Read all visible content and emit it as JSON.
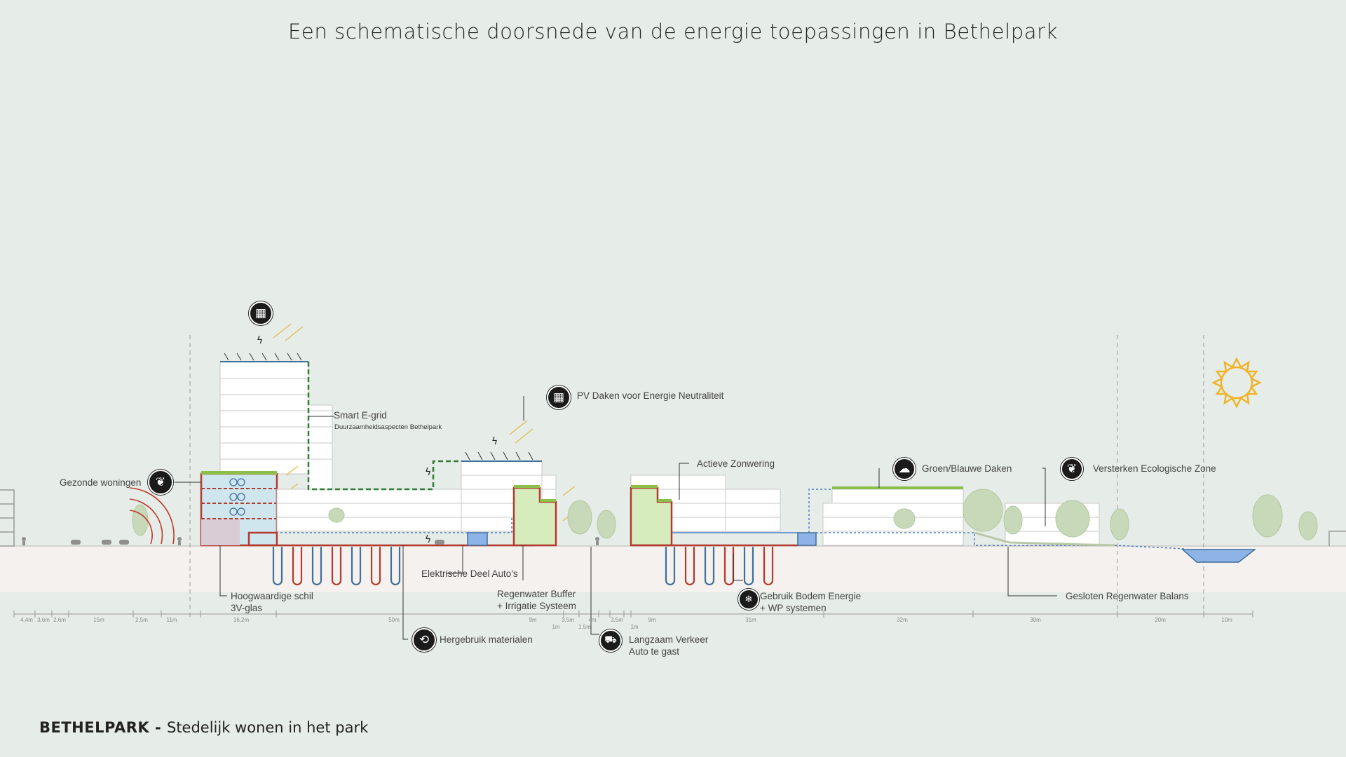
{
  "title": "Een schematische doorsnede van de energie toepassingen in Bethelpark",
  "footer": {
    "brand": "BETHELPARK",
    "separator": " - ",
    "tagline": "Stedelijk wonen in het park"
  },
  "labels": {
    "gezonde_woningen": "Gezonde woningen",
    "smart_egrid": "Smart E-grid",
    "duurzaamheid": "Duurzaamheidsaspecten Bethelpark",
    "pv_daken": "PV Daken voor Energie Neutraliteit",
    "actieve_zonwering": "Actieve Zonwering",
    "groen_blauwe_daken": "Groen/Blauwe Daken",
    "versterken_ecologische_zone": "Versterken Ecologische Zone",
    "hoogwaardige_schil": "Hoogwaardige schil",
    "glas": "3V-glas",
    "elektrische_deel_autos": "Elektrische Deel Auto's",
    "regenwater_buffer": "Regenwater Buffer",
    "irrigatie_systeem": "+ Irrigatie Systeem",
    "gebruik_bodem_energie": "Gebruik Bodem Energie",
    "wp_systemen": "+ WP systemen",
    "gesloten_regenwater_balans": "Gesloten Regenwater Balans",
    "hergebruik_materialen": "Hergebruik materialen",
    "langzaam_verkeer": "Langzaam Verkeer",
    "auto_te_gast": "Auto te gast"
  },
  "measurements": [
    "4,4m",
    "3,6m",
    "2,6m",
    "15m",
    "2,5m",
    "11m",
    "16,2m",
    "50m",
    "9m",
    "1m",
    "3,5m",
    "1,5m",
    "4m",
    "3,5m",
    "1m",
    "9m",
    "31m",
    "32m",
    "30m",
    "20m",
    "10m"
  ],
  "colors": {
    "background": "#e6ece7",
    "ground": "#f5f1ee",
    "heat_red": "#b23a2e",
    "heat_blue": "#3f6f9a",
    "green_roof": "#8bbf4a",
    "grid_green": "#2e7d32",
    "water_blue": "#4a7ec9",
    "sun": "#f0b429"
  },
  "icons": [
    "leaf-icon",
    "solar-panel-icon",
    "rain-cloud-icon",
    "share-icon",
    "heat-pump-icon",
    "pedestrian-car-icon",
    "sun-icon"
  ]
}
